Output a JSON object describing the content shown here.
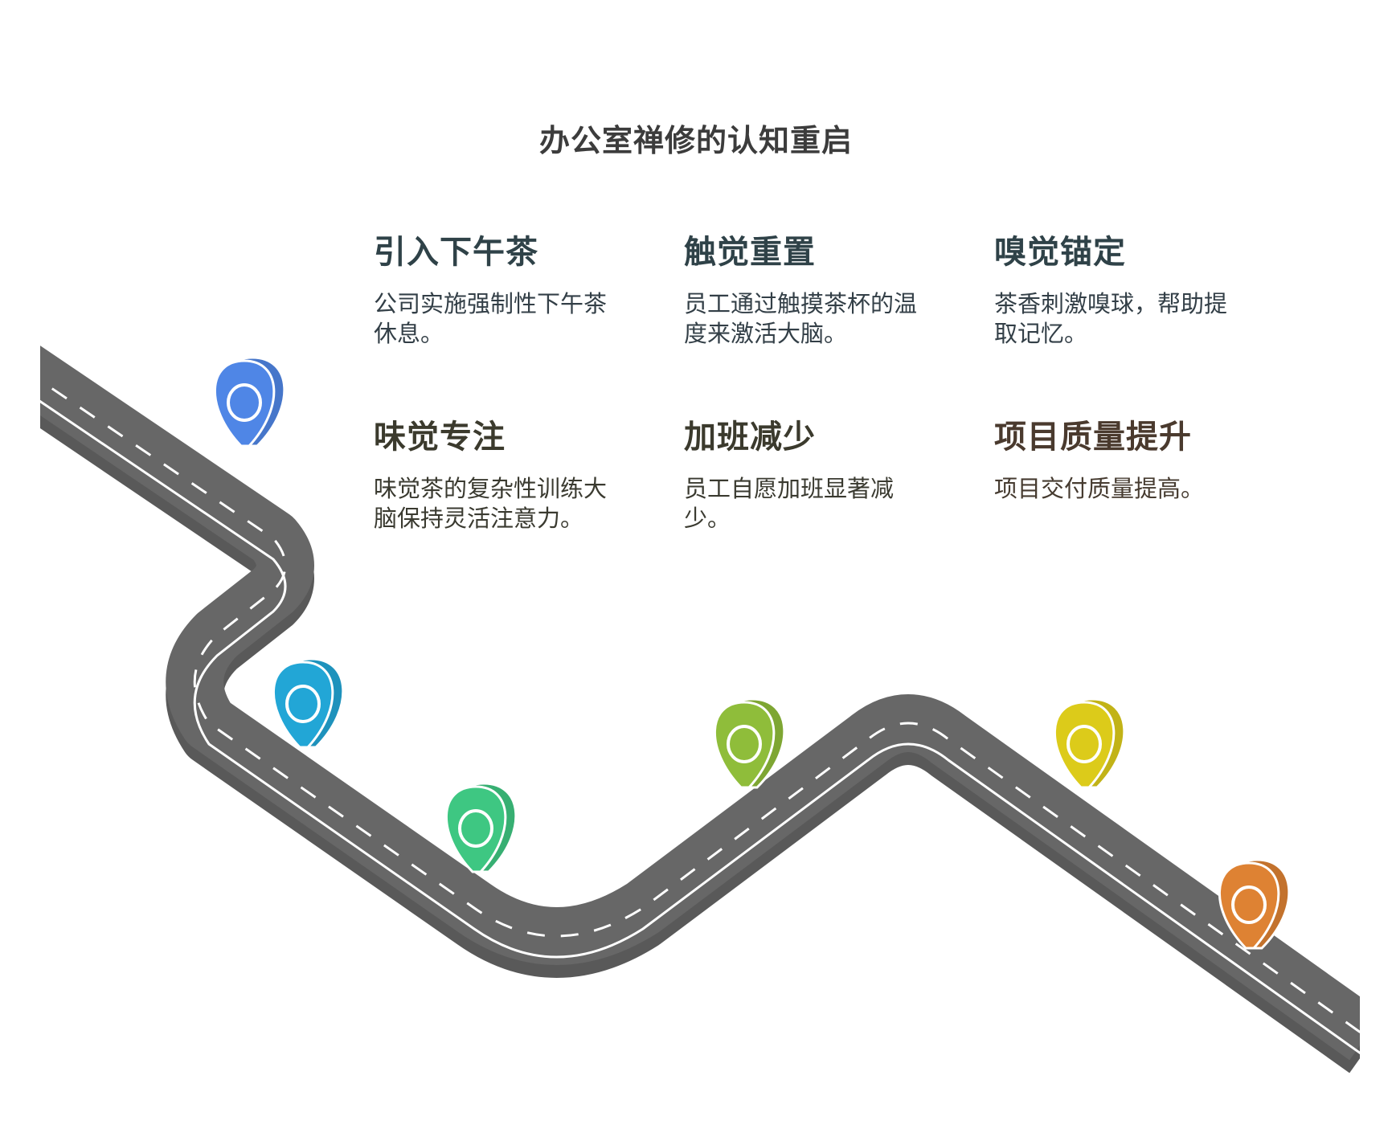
{
  "title": "办公室禅修的认知重启",
  "milestones": [
    {
      "title": "引入下午茶",
      "desc": "公司实施强制性下午茶休息。",
      "color": "#4f86e6"
    },
    {
      "title": "触觉重置",
      "desc": "员工通过触摸茶杯的温度来激活大脑。",
      "color": "#22a6d6"
    },
    {
      "title": "嗅觉锚定",
      "desc": "茶香刺激嗅球，帮助提取记忆。",
      "color": "#3ec782"
    },
    {
      "title": "味觉专注",
      "desc": "味觉茶的复杂性训练大脑保持灵活注意力。",
      "color": "#8fbd3a"
    },
    {
      "title": "加班减少",
      "desc": "员工自愿加班显著减少。",
      "color": "#dccb1a"
    },
    {
      "title": "项目质量提升",
      "desc": "项目交付质量提高。",
      "color": "#de8233"
    }
  ],
  "colors": {
    "road": "#676767",
    "road_side": "#595959",
    "road_markings": "#ffffff"
  }
}
